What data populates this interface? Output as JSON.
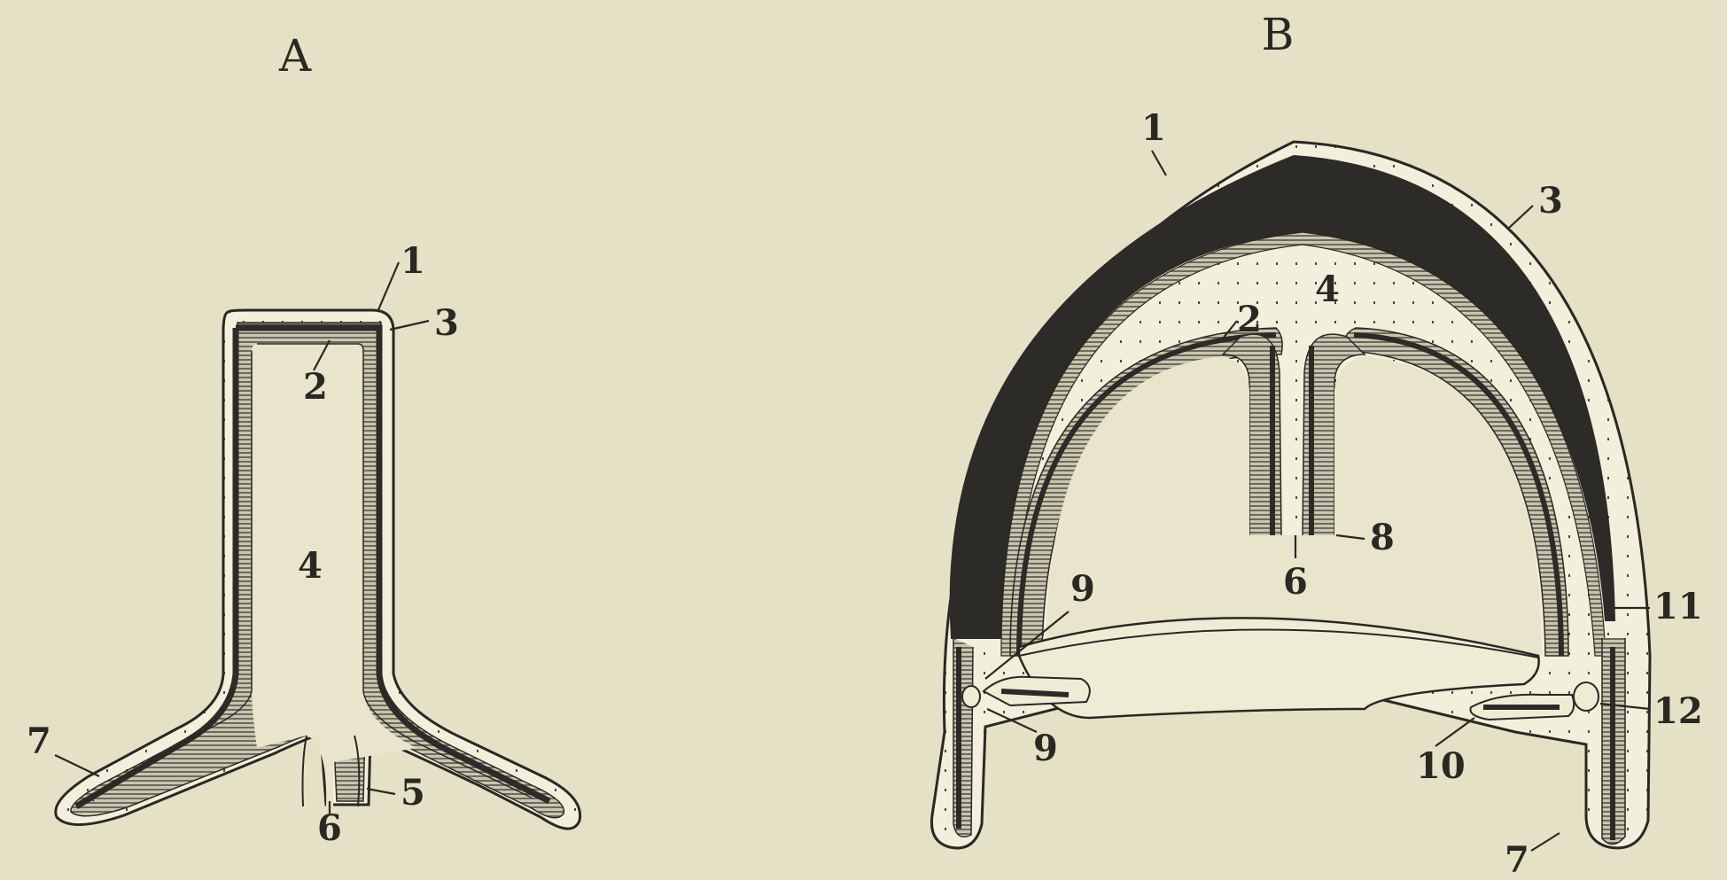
{
  "figures": [
    {
      "title": "A",
      "labels": {
        "l1": "1",
        "l2": "2",
        "l3": "3",
        "l4": "4",
        "l5": "5",
        "l6": "6",
        "l7": "7"
      }
    },
    {
      "title": "B",
      "labels": {
        "l1": "1",
        "l2": "2",
        "l3": "3",
        "l4": "4",
        "l6": "6",
        "l7": "7",
        "l8": "8",
        "l9a": "9",
        "l9b": "9",
        "l10": "10",
        "l11": "11",
        "l12": "12"
      }
    }
  ],
  "colors": {
    "paper": "#e4e1c6",
    "ink": "#2a2822",
    "layer_light": "#f2efdc",
    "layer_mid": "#a9a692",
    "layer_dark": "#2d2b27"
  }
}
